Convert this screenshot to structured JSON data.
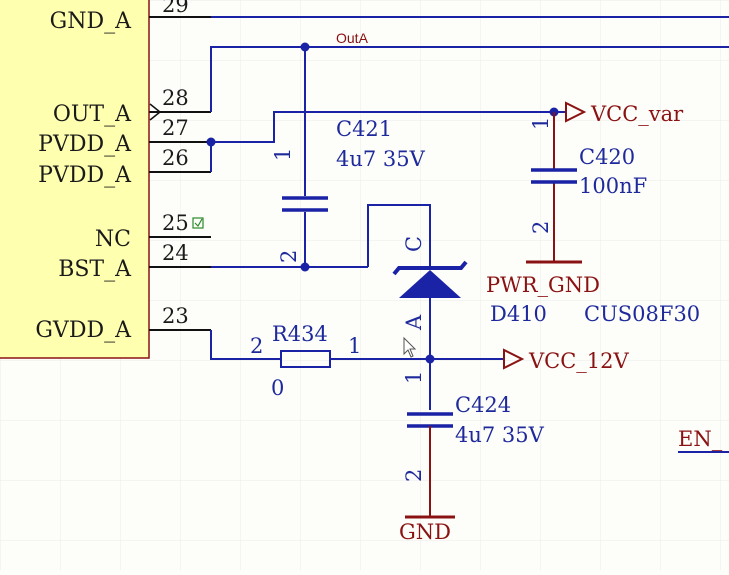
{
  "ic_pins": {
    "gnd_a": {
      "name": "GND_A",
      "number": "29"
    },
    "out_a": {
      "name": "OUT_A",
      "number": "28"
    },
    "pvdd_a_1": {
      "name": "PVDD_A",
      "number": "27"
    },
    "pvdd_a_2": {
      "name": "PVDD_A",
      "number": "26"
    },
    "nc": {
      "name": "NC",
      "number": "25"
    },
    "bst_a": {
      "name": "BST_A",
      "number": "24"
    },
    "gvdd_a": {
      "name": "GVDD_A",
      "number": "23"
    }
  },
  "net_labels": {
    "out_a": "OutA",
    "en": "EN_"
  },
  "power_ports": {
    "vcc_var": "VCC_var",
    "vcc_12v": "VCC_12V",
    "pwr_gnd": "PWR_GND",
    "gnd": "GND"
  },
  "components": {
    "c421": {
      "designator": "C421",
      "value": "4u7 35V",
      "pin1": "1",
      "pin2": "2"
    },
    "c420": {
      "designator": "C420",
      "value": "100nF",
      "pin1": "1",
      "pin2": "2"
    },
    "c424": {
      "designator": "C424",
      "value": "4u7 35V",
      "pin1": "1",
      "pin2": "2"
    },
    "r434": {
      "designator": "R434",
      "value": "0",
      "pin1": "1",
      "pin2": "2"
    },
    "d410": {
      "designator": "D410",
      "part": "CUS08F30",
      "cathode": "C",
      "anode": "A"
    }
  },
  "colors": {
    "wire": "#1a23a6",
    "component_body": "#1a23a6",
    "diode_fill": "#1a23a6",
    "ic_fill": "#ffffb0",
    "ic_border": "#8a1212",
    "power_text": "#8a1212",
    "grid": "#ececec",
    "no_connect": "#2b8a2b"
  }
}
